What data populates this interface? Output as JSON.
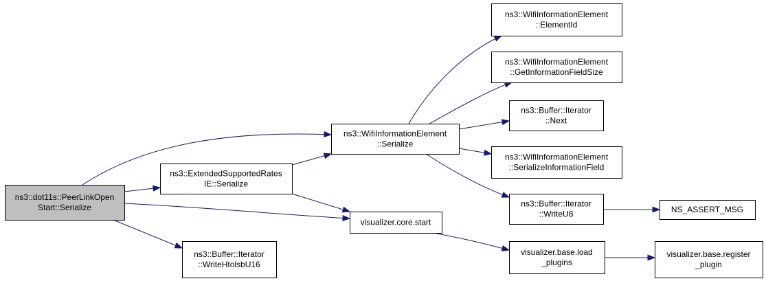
{
  "graph": {
    "colors": {
      "edge": "#191970",
      "node_border": "#000000",
      "root_fill": "#bfbfbf",
      "node_fill": "#ffffff"
    },
    "nodes": [
      {
        "id": "root",
        "lines": [
          "ns3::dot11s::PeerLinkOpen",
          "Start::Serialize"
        ],
        "root": true
      },
      {
        "id": "wie_serialize",
        "lines": [
          "ns3::WifiInformationElement",
          "::Serialize"
        ]
      },
      {
        "id": "esr_serialize",
        "lines": [
          "ns3::ExtendedSupportedRates",
          "IE::Serialize"
        ]
      },
      {
        "id": "write_htolsb",
        "lines": [
          "ns3::Buffer::Iterator",
          "::WriteHtolsbU16"
        ]
      },
      {
        "id": "element_id",
        "lines": [
          "ns3::WifiInformationElement",
          "::ElementId"
        ]
      },
      {
        "id": "get_info_size",
        "lines": [
          "ns3::WifiInformationElement",
          "::GetInformationFieldSize"
        ]
      },
      {
        "id": "iter_next",
        "lines": [
          "ns3::Buffer::Iterator",
          "::Next"
        ]
      },
      {
        "id": "serialize_info",
        "lines": [
          "ns3::WifiInformationElement",
          "::SerializeInformationField"
        ]
      },
      {
        "id": "write_u8",
        "lines": [
          "ns3::Buffer::Iterator",
          "::WriteU8"
        ]
      },
      {
        "id": "core_start",
        "lines": [
          "visualizer.core.start"
        ]
      },
      {
        "id": "load_plugins",
        "lines": [
          "visualizer.base.load",
          "_plugins"
        ]
      },
      {
        "id": "ns_assert",
        "lines": [
          "NS_ASSERT_MSG"
        ]
      },
      {
        "id": "register_plugin",
        "lines": [
          "visualizer.base.register",
          "_plugin"
        ]
      }
    ],
    "edges": [
      {
        "from": "root",
        "to": "wie_serialize"
      },
      {
        "from": "root",
        "to": "esr_serialize"
      },
      {
        "from": "root",
        "to": "core_start"
      },
      {
        "from": "root",
        "to": "write_htolsb"
      },
      {
        "from": "esr_serialize",
        "to": "wie_serialize"
      },
      {
        "from": "esr_serialize",
        "to": "core_start"
      },
      {
        "from": "wie_serialize",
        "to": "element_id"
      },
      {
        "from": "wie_serialize",
        "to": "get_info_size"
      },
      {
        "from": "wie_serialize",
        "to": "iter_next"
      },
      {
        "from": "wie_serialize",
        "to": "serialize_info"
      },
      {
        "from": "wie_serialize",
        "to": "write_u8"
      },
      {
        "from": "write_u8",
        "to": "ns_assert"
      },
      {
        "from": "core_start",
        "to": "load_plugins"
      },
      {
        "from": "load_plugins",
        "to": "register_plugin"
      }
    ]
  }
}
